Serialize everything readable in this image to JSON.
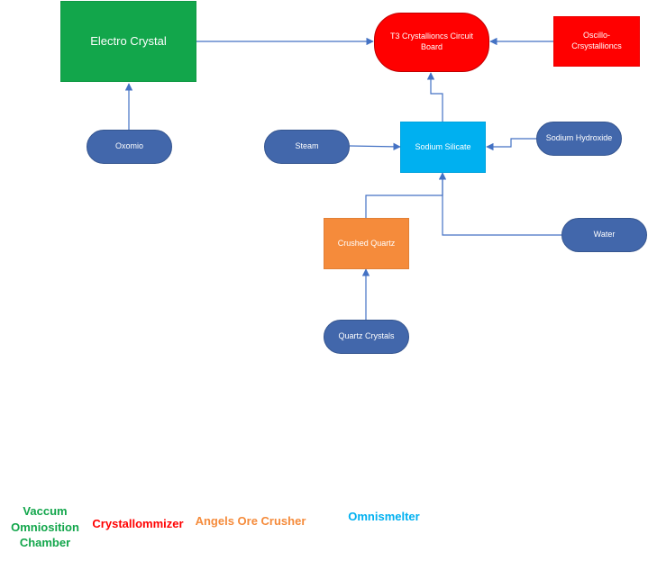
{
  "colors": {
    "green": "#12a64b",
    "red": "#ff0000",
    "orange": "#f58b3b",
    "blue": "#00b0f0",
    "navy": "#4267ab",
    "edge": "#4472c4"
  },
  "nodes": {
    "electro_crystal": "Electro Crystal",
    "t3_board": "T3 Crystallioncs Circuit Board",
    "oscillo": "Oscillo-Crsystallioncs",
    "oxomio": "Oxomio",
    "steam": "Steam",
    "sodium_silicate": "Sodium Silicate",
    "sodium_hydroxide": "Sodium Hydroxide",
    "crushed_quartz": "Crushed Quartz",
    "water": "Water",
    "quartz_crystals": "Quartz Crystals"
  },
  "legend": {
    "vaccum": "Vaccum Omniosition Chamber",
    "crystallommizer": "Crystallommizer",
    "angels": "Angels Ore Crusher",
    "omnismelter": "Omnismelter"
  }
}
